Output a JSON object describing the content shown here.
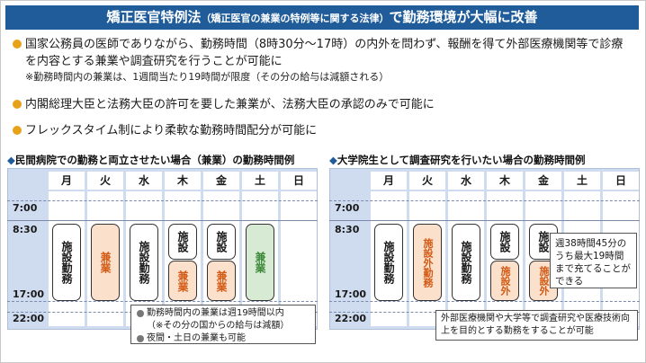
{
  "title": {
    "main_prefix": "矯正医官特例法",
    "sub": "（矯正医官の兼業の特例等に関する法律）",
    "main_suffix": "で勤務環境が大幅に改善"
  },
  "bullets": [
    {
      "text": "国家公務員の医師でありながら、勤務時間（8時30分～17時）の内外を問わず、報酬を得て外部医療機関等で診療を内容とする兼業や調査研究を行うことが可能に",
      "note": "※勤務時間内の兼業は、1週間当たり19時間が限度（その分の給与は減額される）"
    },
    {
      "text": "内閣総理大臣と法務大臣の許可を要した兼業が、法務大臣の承認のみで可能に"
    },
    {
      "text": "フレックスタイム制により柔軟な勤務時間配分が可能に"
    }
  ],
  "days": [
    "月",
    "火",
    "水",
    "木",
    "金",
    "土",
    "日"
  ],
  "times": [
    "7:00",
    "8:30",
    "17:00",
    "22:00"
  ],
  "left_schedule": {
    "title": "民間病院での勤務と両立させたい場合（兼業）の勤務時間例",
    "blocks": {
      "mon": "施設勤務",
      "tue": "兼業",
      "wed": "施設勤務",
      "thu_top": "施設",
      "thu_bottom": "兼業",
      "fri_top": "施設",
      "fri_bottom": "兼業",
      "sat": "兼業"
    },
    "notes": [
      {
        "text": "勤務時間内の兼業は週19時間以内",
        "sub": "（※その分の国からの給与は減額）"
      },
      {
        "text": "夜間・土日の兼業も可能"
      }
    ]
  },
  "right_schedule": {
    "title": "大学院生として調査研究を行いたい場合の勤務時間例",
    "blocks": {
      "mon": "施設勤務",
      "tue": "施設外勤務",
      "wed": "施設勤務",
      "thu_top": "施設",
      "thu_bottom": "施設外",
      "fri_top": "施設",
      "fri_bottom": "施設外"
    },
    "callout": "週38時間45分のうち最大19時間まで充てることができる",
    "note": "外部医療機関や大学等で調査研究や医療技術向上を目的とする勤務をすることが可能"
  },
  "colors": {
    "title_bg": "#1f5c99",
    "bullet_dot": "#e8a21a",
    "grid_bg": "#cfdbef",
    "orange_block": "#fbe0cc",
    "orange_text": "#d35b15",
    "green_block": "#d7ead4",
    "green_text": "#3e8a3a"
  }
}
